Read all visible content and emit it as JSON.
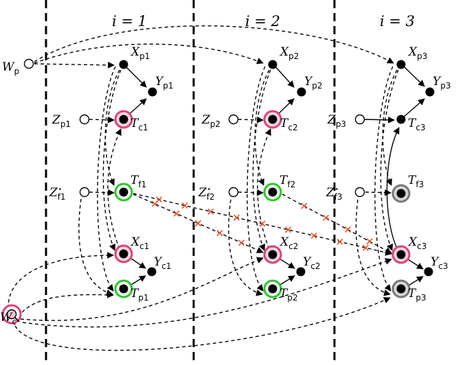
{
  "columns": [
    {
      "label": "i = 1"
    },
    {
      "label": "i = 2"
    },
    {
      "label": "i = 3"
    }
  ],
  "nodes": {
    "Wp": {
      "base": "W",
      "sub": "p",
      "style": "open"
    },
    "Wc": {
      "base": "W",
      "sub": "c",
      "style": "open-pink-zoom"
    },
    "Xp1": {
      "base": "X",
      "sub": "p1",
      "style": "filled"
    },
    "Yp1": {
      "base": "Y",
      "sub": "p1",
      "style": "filled"
    },
    "Zp1": {
      "base": "Z",
      "sub": "p1",
      "style": "open"
    },
    "Tc1": {
      "base": "T",
      "sub": "c1",
      "style": "filled-pink"
    },
    "Zf1": {
      "base": "Z",
      "sup": "⋆",
      "sub": "f1",
      "style": "open"
    },
    "Tf1": {
      "base": "T",
      "sub": "f1",
      "style": "filled-green"
    },
    "Xc1": {
      "base": "X",
      "sub": "c1",
      "style": "filled-pink"
    },
    "Yc1": {
      "base": "Y",
      "sub": "c1",
      "style": "filled"
    },
    "Tp1": {
      "base": "T",
      "sub": "p1",
      "style": "filled-green"
    },
    "Xp2": {
      "base": "X",
      "sub": "p2",
      "style": "filled"
    },
    "Yp2": {
      "base": "Y",
      "sub": "p2",
      "style": "filled"
    },
    "Zp2": {
      "base": "Z",
      "sub": "p2",
      "style": "open"
    },
    "Tc2": {
      "base": "T",
      "sub": "c2",
      "style": "filled-pink"
    },
    "Zf2": {
      "base": "Z",
      "sup": "⋆",
      "sub": "f2",
      "style": "open"
    },
    "Tf2": {
      "base": "T",
      "sub": "f2",
      "style": "filled-green"
    },
    "Xc2": {
      "base": "X",
      "sub": "c2",
      "style": "filled-pink"
    },
    "Yc2": {
      "base": "Y",
      "sub": "c2",
      "style": "filled"
    },
    "Tp2": {
      "base": "T",
      "sub": "p2",
      "style": "filled-green"
    },
    "Xp3": {
      "base": "X",
      "sub": "p3",
      "style": "filled"
    },
    "Yp3": {
      "base": "Y",
      "sub": "p3",
      "style": "filled"
    },
    "Zp3": {
      "base": "Z",
      "sub": "p3",
      "style": "open"
    },
    "Tc3": {
      "base": "T",
      "sub": "c3",
      "style": "filled"
    },
    "Zf3": {
      "base": "Z",
      "sup": "⋆",
      "sub": "f3",
      "style": "open"
    },
    "Tf3": {
      "base": "T",
      "sub": "f3",
      "style": "filled-gray"
    },
    "Xc3": {
      "base": "X",
      "sub": "c3",
      "style": "filled-pink"
    },
    "Yc3": {
      "base": "Y",
      "sub": "c3",
      "style": "filled"
    },
    "Tp3": {
      "base": "T",
      "sub": "p3",
      "style": "filled-gray"
    }
  },
  "colors": {
    "pink": "#e0407a",
    "green": "#22cc22",
    "gray": "#777777",
    "cross": "#e8502a",
    "black": "#000000"
  }
}
